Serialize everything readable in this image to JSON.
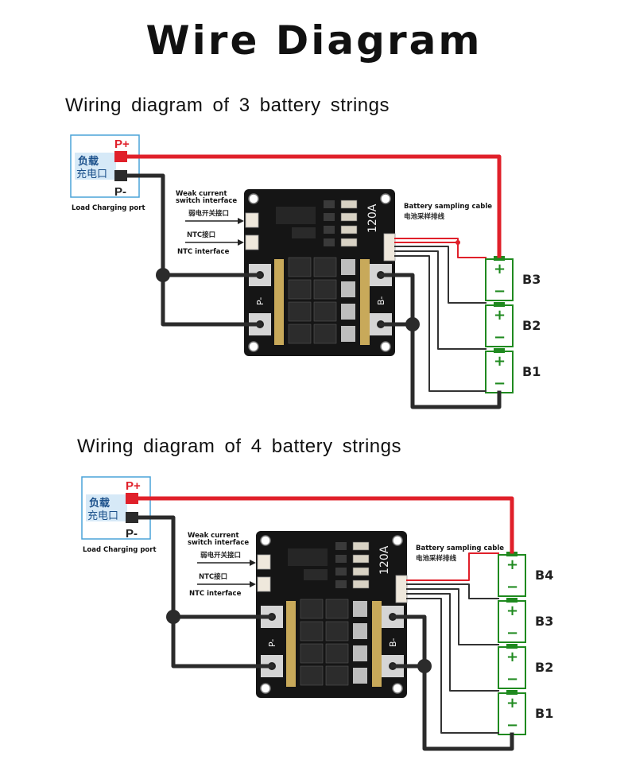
{
  "title": "Wire Diagram",
  "colors": {
    "positive_wire": "#e0202a",
    "negative_wire": "#2b2b2b",
    "battery_outline": "#1f8a1f",
    "load_box_border": "#4aa3d8",
    "load_box_fill": "#d6e9f7",
    "pcb": "#151515"
  },
  "diagrams": [
    {
      "id": "3s",
      "heading": "Wiring diagram of 3 battery strings",
      "load_port": {
        "cn_line1": "负载",
        "cn_line2": "充电口",
        "p_plus": "P+",
        "p_minus": "P-",
        "caption": "Load Charging port"
      },
      "weak_current": {
        "en_line1": "Weak current",
        "en_line2": "switch interface",
        "cn": "弱电开关接口"
      },
      "ntc": {
        "cn": "NTC接口",
        "en": "NTC interface"
      },
      "sampling": {
        "en": "Battery sampling cable",
        "cn": "电池采样排线"
      },
      "board": {
        "rating": "120A",
        "p_minus_label": "P-",
        "b_minus_label": "B-"
      },
      "battery_symbols": {
        "plus": "+",
        "minus": "−"
      },
      "batteries": [
        "B3",
        "B2",
        "B1"
      ]
    },
    {
      "id": "4s",
      "heading": "Wiring diagram of 4 battery strings",
      "load_port": {
        "cn_line1": "负载",
        "cn_line2": "充电口",
        "p_plus": "P+",
        "p_minus": "P-",
        "caption": "Load Charging port"
      },
      "weak_current": {
        "en_line1": "Weak current",
        "en_line2": "switch interface",
        "cn": "弱电开关接口"
      },
      "ntc": {
        "cn": "NTC接口",
        "en": "NTC interface"
      },
      "sampling": {
        "en": "Battery sampling cable",
        "cn": "电池采样排线"
      },
      "board": {
        "rating": "120A",
        "p_minus_label": "P-",
        "b_minus_label": "B-"
      },
      "battery_symbols": {
        "plus": "+",
        "minus": "−"
      },
      "batteries": [
        "B4",
        "B3",
        "B2",
        "B1"
      ]
    }
  ]
}
